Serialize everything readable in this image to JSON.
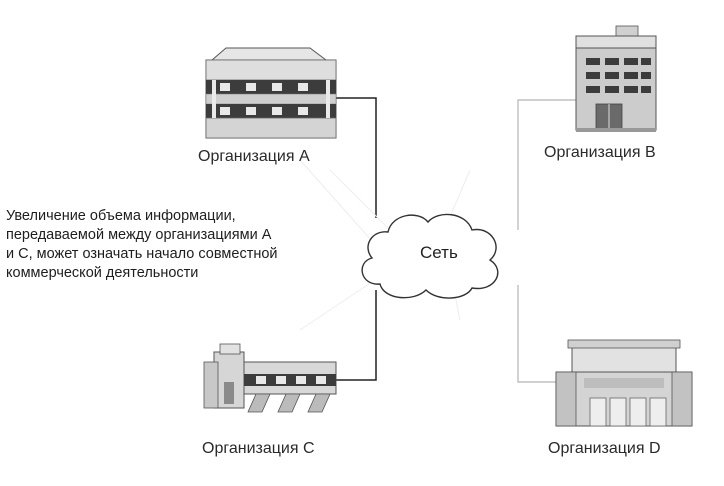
{
  "nodes": {
    "org_a": {
      "label": "Организация A",
      "icon": "office-building-icon"
    },
    "org_b": {
      "label": "Организация B",
      "icon": "tower-building-icon"
    },
    "org_c": {
      "label": "Организация C",
      "icon": "factory-building-icon"
    },
    "org_d": {
      "label": "Организация D",
      "icon": "warehouse-building-icon"
    }
  },
  "network": {
    "label": "Сеть",
    "icon": "cloud-icon"
  },
  "note": {
    "lines": [
      "Увеличение объема информации,",
      "передаваемой между организациями А",
      "и С, может означать начало совместной",
      "коммерческой деятельности"
    ]
  },
  "colors": {
    "active_link": "#222222",
    "passive_link": "#b5b5b5",
    "building_fill": "#c9c9c9",
    "building_dark": "#4a4a4a"
  }
}
